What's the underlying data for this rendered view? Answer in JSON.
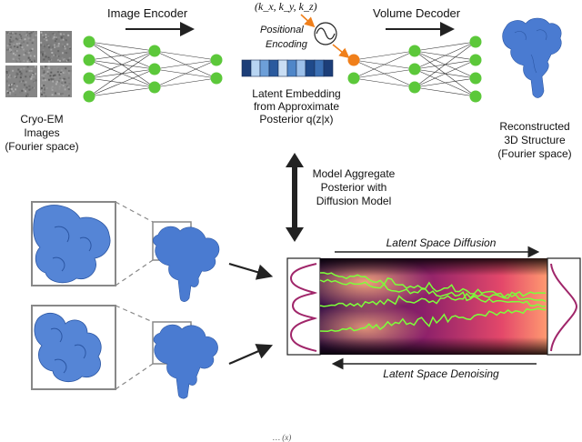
{
  "top": {
    "image_encoder": "Image Encoder",
    "volume_decoder": "Volume Decoder",
    "k_label": "(k_x, k_y, k_z)",
    "positional_encoding_1": "Positional",
    "positional_encoding_2": "Encoding",
    "latent_1": "Latent Embedding",
    "latent_2": "from Approximate",
    "latent_3": "Posterior q(z|x)",
    "cryo_1": "Cryo-EM",
    "cryo_2": "Images",
    "cryo_3": "(Fourier space)",
    "recon_1": "Reconstructed",
    "recon_2": "3D Structure",
    "recon_3": "(Fourier space)"
  },
  "middle": {
    "aggregate_1": "Model Aggregate",
    "aggregate_2": "Posterior with",
    "aggregate_3": "Diffusion Model"
  },
  "bottom": {
    "diffusion": "Latent Space Diffusion",
    "denoising": "Latent Space Denoising",
    "footer": "… (x)"
  },
  "colors": {
    "node_green": "#5cc83a",
    "node_orange": "#f07f1a",
    "protein_blue": "#4a7bd1",
    "trajectory_green": "#7dff3a",
    "embedding_dark": "#1c3e78",
    "embedding_light": "#b8d5f2"
  }
}
